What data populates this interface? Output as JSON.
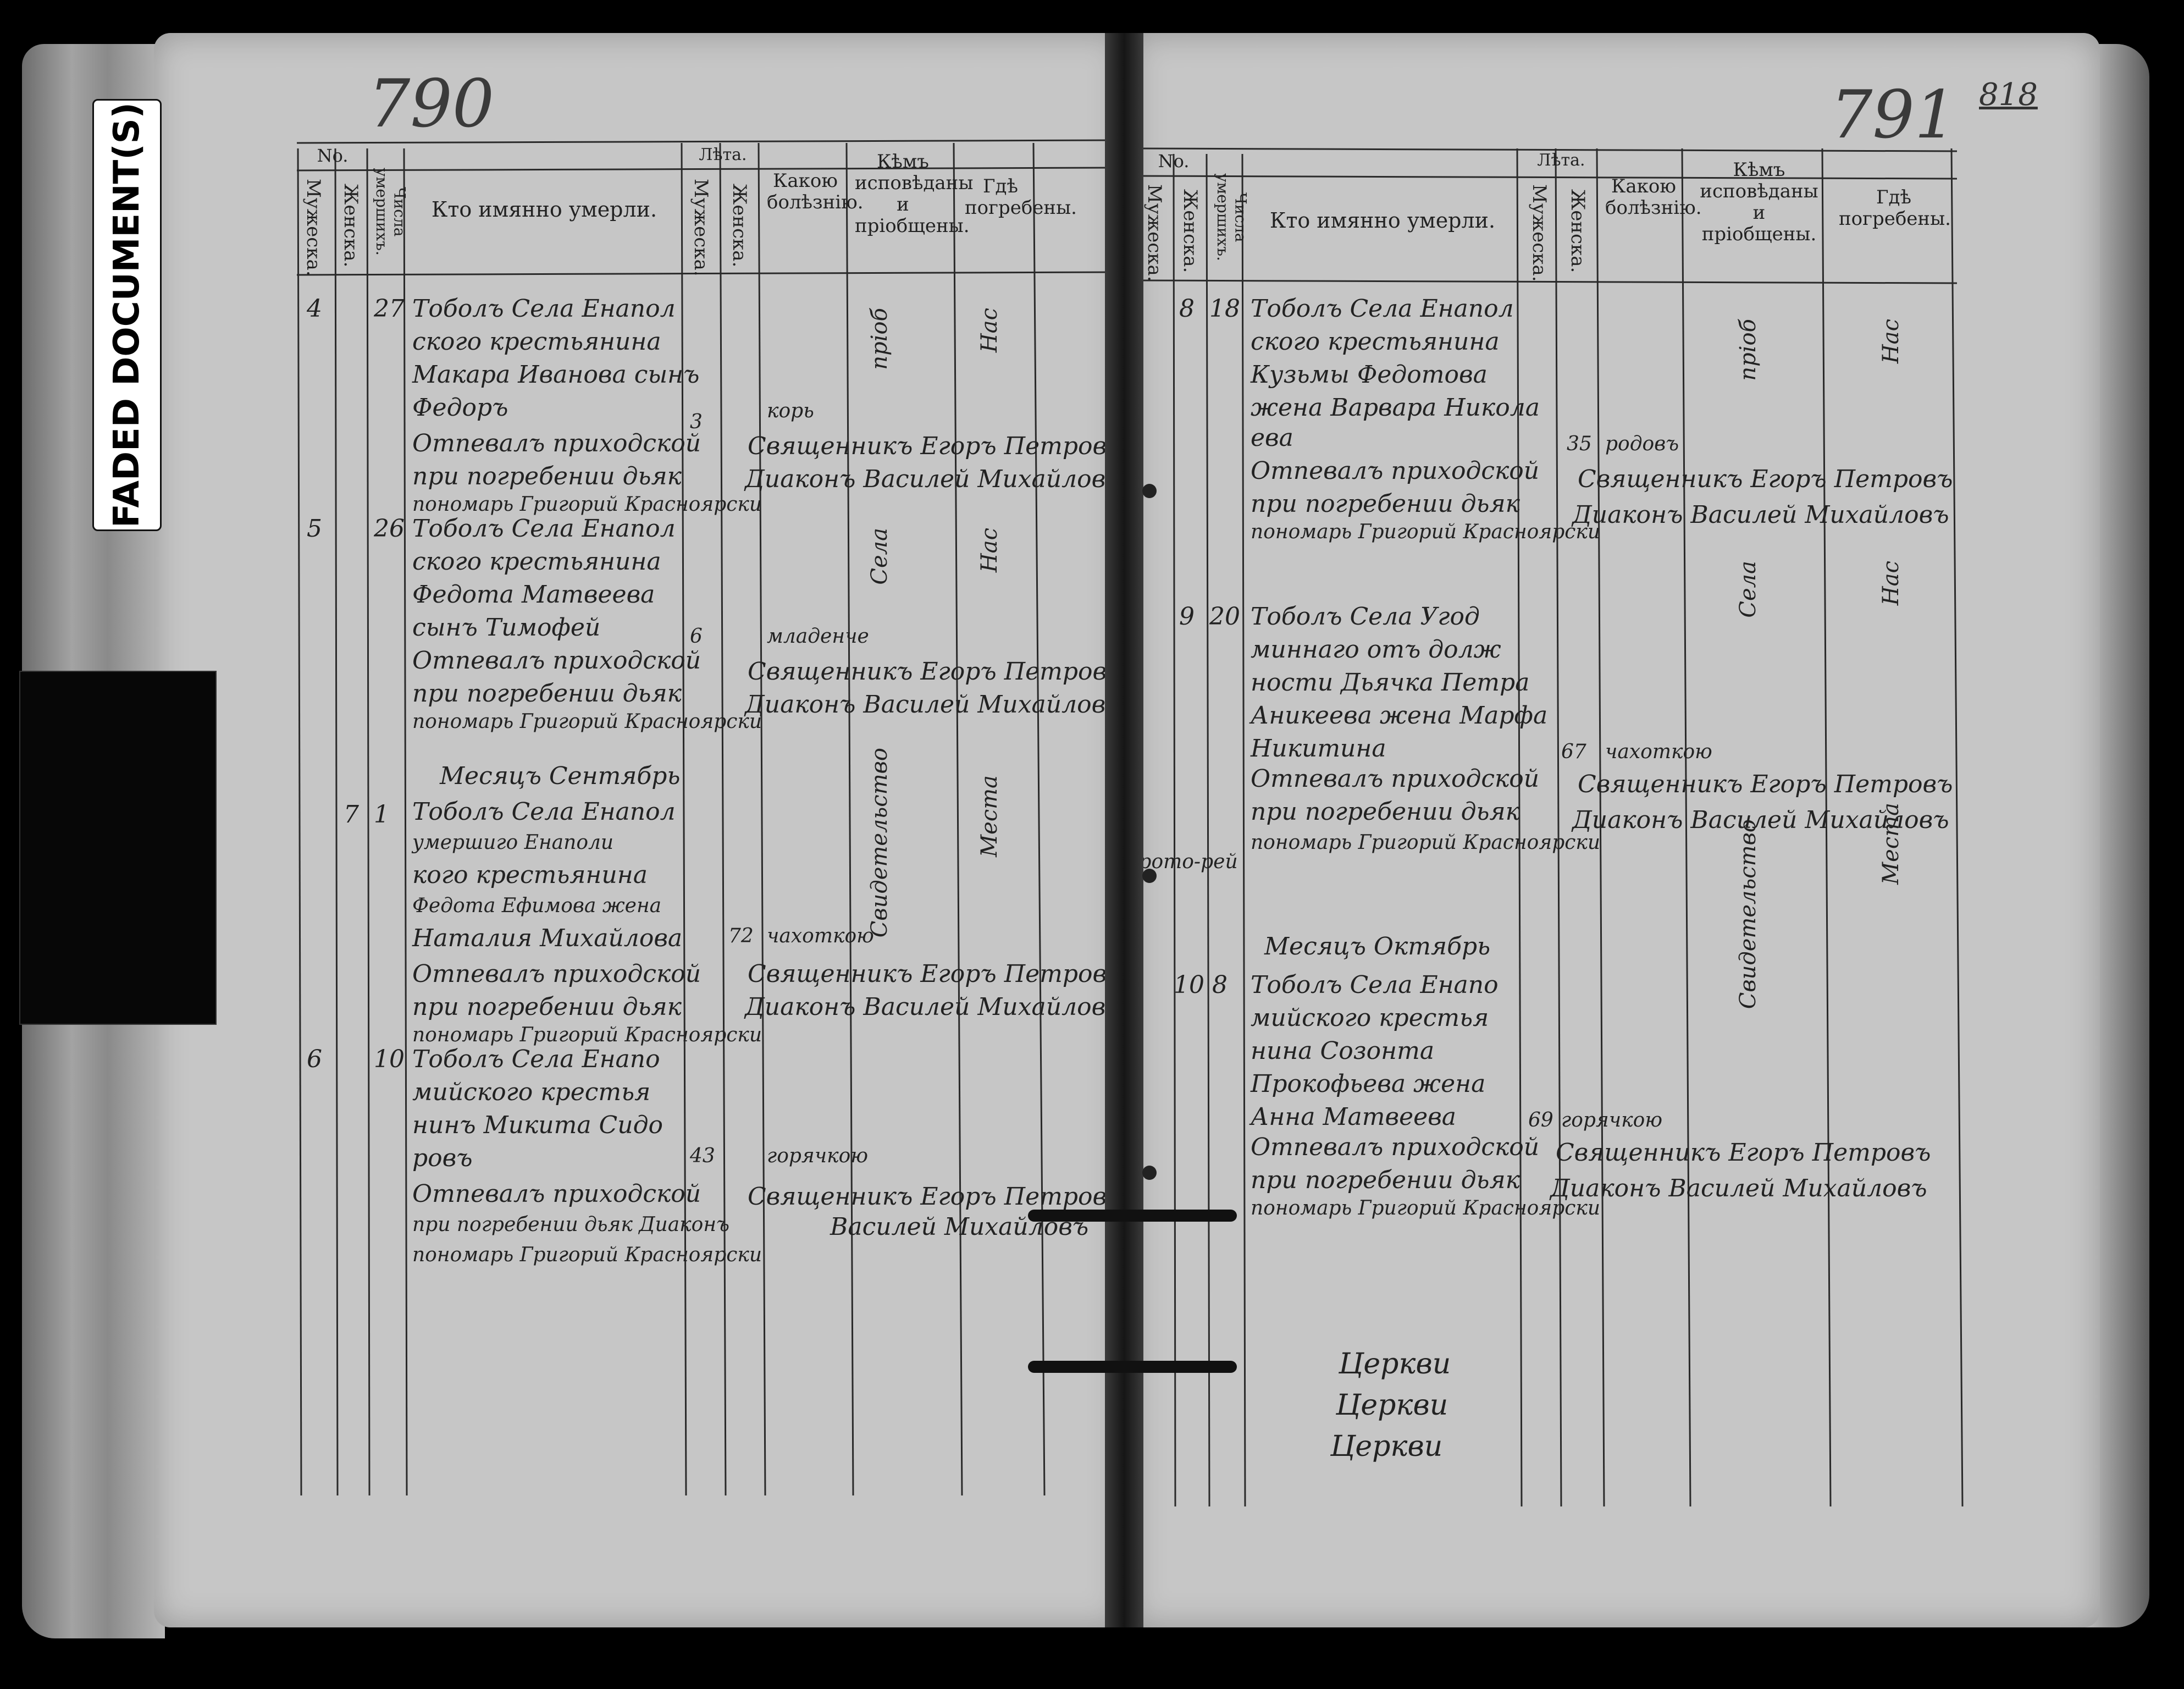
{
  "label": {
    "text": "FADED DOCUMENT(S)"
  },
  "pages": {
    "left_number": "790",
    "right_number": "791",
    "right_stamp": "818"
  },
  "headers": {
    "no": "No.",
    "male": "Мужеска.",
    "female": "Женска.",
    "date": "Числа умершихъ.",
    "who": "Кто имянно умерли.",
    "age": "Лѣта.",
    "age_male": "Мужеска.",
    "age_female": "Женска.",
    "disease": "Какою болѣзнію.",
    "confessed": "Кѣмъ исповѣданы и пріобщены.",
    "buried": "Гдѣ погребены."
  },
  "left_entries": [
    {
      "male_no": "4",
      "date": "27",
      "lines": [
        "Тоболъ Села Енапол",
        "ского крестьянина",
        "Макара Иванова сынъ",
        "Федоръ"
      ],
      "service": [
        "Отпевалъ приходской",
        "при погребении дьяк",
        "пономарь Григорий Красноярски"
      ],
      "age": "3",
      "disease": "корь",
      "confessor": [
        "Священникъ Егоръ Петровъ",
        "Диаконъ Василей Михайловъ"
      ],
      "confessed_note": "пріоб",
      "buried": "Нас"
    },
    {
      "male_no": "5",
      "date": "26",
      "lines": [
        "Тоболъ Села Енапол",
        "ского крестьянина",
        "Федота Матвеева",
        "сынъ Тимофей"
      ],
      "service": [
        "Отпевалъ приходской",
        "при погребении дьяк",
        "пономарь Григорий Красноярски"
      ],
      "age": "6",
      "disease": "младенче",
      "confessor": [
        "Священникъ Егоръ Петровъ",
        "Диаконъ Василей Михайловъ"
      ],
      "confessed_note": "Села",
      "buried": "Нас"
    },
    {
      "month": "Месяцъ Сентябрь",
      "female_no": "7",
      "date": "1",
      "lines": [
        "Тоболъ Села Енапол",
        "умершиго Енаполи",
        "кого крестьянина",
        "Федота Ефимова жена",
        "Наталия Михайлова"
      ],
      "service": [
        "Отпевалъ приходской",
        "при погребении дьяк",
        "пономарь Григорий Красноярски"
      ],
      "age": "72",
      "disease": "чахоткою",
      "confessor": [
        "Священникъ Егоръ Петровъ",
        "Диаконъ Василей Михайловъ"
      ],
      "confessed_note": "Свидетельство",
      "buried": "Места"
    },
    {
      "male_no": "6",
      "date": "10",
      "lines": [
        "Тоболъ Села Енапо",
        "мийского крестья",
        "нинъ Микита Сидо",
        "ровъ"
      ],
      "service": [
        "Отпевалъ приходской",
        "при погребении дьяк Диаконъ",
        "пономарь Григорий Красноярски"
      ],
      "age": "43",
      "disease": "горячкою",
      "confessor": [
        "Священникъ Егоръ Петровъ",
        "Василей Михайловъ"
      ],
      "confessed_note": "",
      "buried": ""
    }
  ],
  "right_entries": [
    {
      "female_no": "8",
      "date": "18",
      "lines": [
        "Тоболъ Села Енапол",
        "ского крестьянина",
        "Кузьмы Федотова",
        "жена Варвара Никола",
        "ева"
      ],
      "service": [
        "Отпевалъ приходской",
        "при погребении дьяк",
        "пономарь Григорий Красноярски"
      ],
      "age": "35",
      "disease": "родовъ",
      "confessor": [
        "Священникъ Егоръ Петровъ",
        "Диаконъ Василей Михайловъ"
      ],
      "confessed_note": "пріоб",
      "buried": "Нас"
    },
    {
      "female_no": "9",
      "date": "20",
      "lines": [
        "Тоболъ Села Угод",
        "миннаго отъ долж",
        "ности Дьячка Петра",
        "Аникеева жена Марфа",
        "Никитина"
      ],
      "service": [
        "Отпевалъ приходской",
        "при погребении дьяк",
        "пономарь Григорий Красноярски"
      ],
      "age": "67",
      "disease": "чахоткою",
      "confessor": [
        "Священникъ Егоръ Петровъ",
        "Диаконъ Василей Михайловъ"
      ],
      "confessed_note": "Села",
      "buried": "Нас"
    },
    {
      "month": "Месяцъ Октябрь",
      "margin_note": "Прото-рей",
      "female_no": "10",
      "date": "8",
      "lines": [
        "Тоболъ Села Енапо",
        "мийского крестья",
        "нина Созонта",
        "Прокофьева жена",
        "Анна Матвеева"
      ],
      "service": [
        "Отпевалъ приходской",
        "при погребении дьяк",
        "пономарь Григорий Красноярски"
      ],
      "age": "69",
      "disease": "горячкою",
      "confessor": [
        "Священникъ Егоръ Петровъ",
        "Диаконъ Василей Михайловъ"
      ],
      "confessed_note": "Свидетельство",
      "buried": "Места"
    }
  ],
  "footer_notes": [
    "Церкви",
    "Церкви",
    "Церкви"
  ]
}
